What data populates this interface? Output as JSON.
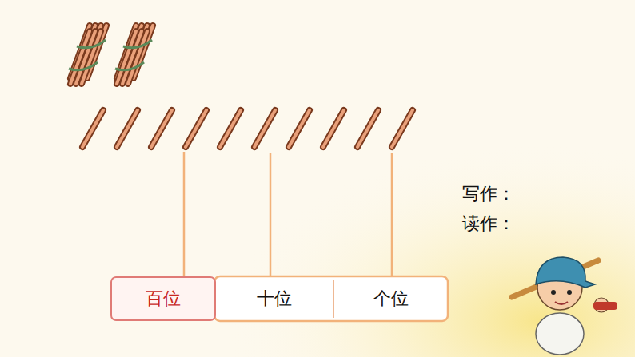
{
  "diagram": {
    "nodes": [
      {
        "text": [
          "百位"
        ]
      },
      {
        "text": [
          "十位"
        ]
      },
      {
        "text": [
          "个位"
        ]
      }
    ],
    "labels": [
      "写作：",
      "读作："
    ]
  }
}
